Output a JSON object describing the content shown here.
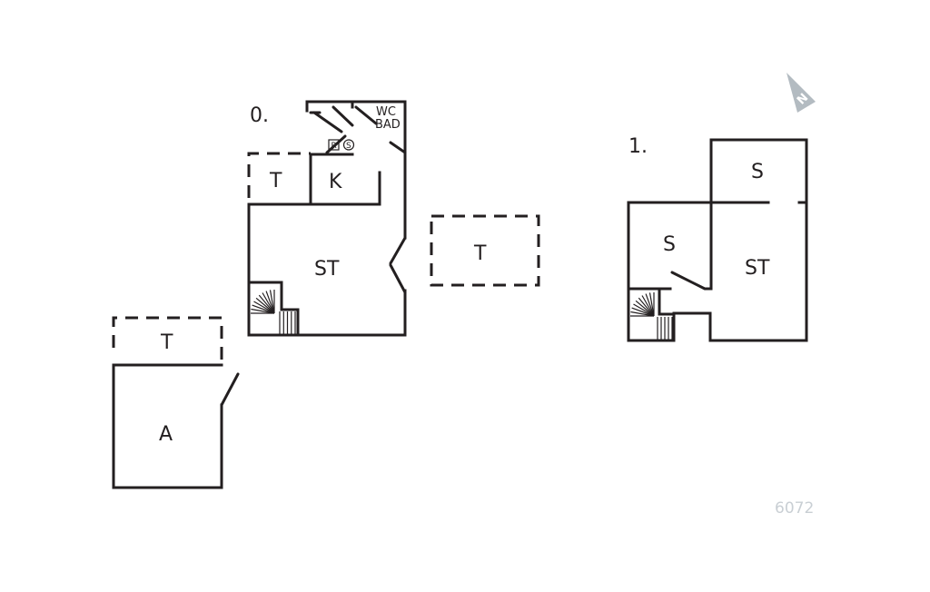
{
  "floor_0": {
    "label": "0.",
    "rooms": {
      "wc_bad_line1": "WC",
      "wc_bad_line2": "BAD",
      "t_small": "T",
      "k": "K",
      "st": "ST",
      "t_terrace": "T",
      "t_annex": "T",
      "a": "A"
    },
    "fixtures": {
      "r": "R",
      "s": "S"
    }
  },
  "floor_1": {
    "label": "1.",
    "rooms": {
      "s_top": "S",
      "s_left": "S",
      "st": "ST"
    }
  },
  "plan_code": "6072",
  "compass": {
    "letter": "N"
  }
}
